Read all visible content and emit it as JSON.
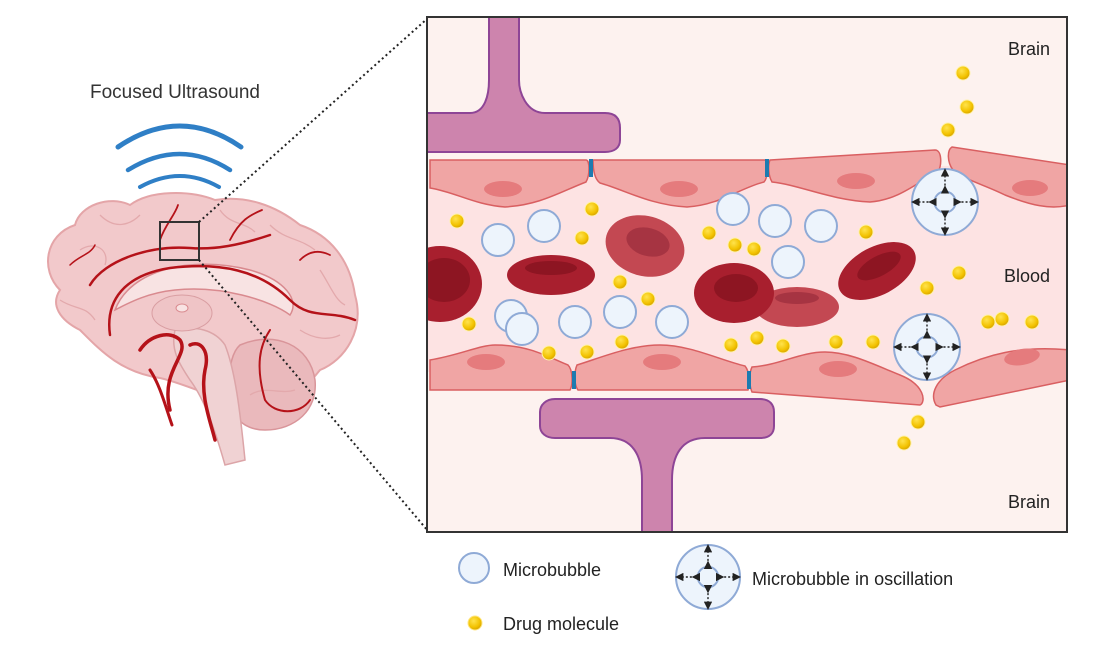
{
  "left_panel": {
    "title": "Focused Ultrasound",
    "wave_color": "#2f7fc6",
    "vessel_color": "#b51219",
    "brain_fill": "#f2c9cb",
    "focus_box_color": "#333333"
  },
  "detail_panel": {
    "label_brain_top": "Brain",
    "label_blood": "Blood",
    "label_brain_bottom": "Brain",
    "colors": {
      "brain_bg": "#fdf2ef",
      "blood_bg": "#fde3e3",
      "endothelial": "#f0a5a4",
      "endothelial_edge": "#d95f61",
      "nucleus": "#e57b7d",
      "tight_junction": "#1c7bb0",
      "astrocyte": "#cd84ad",
      "astrocyte_edge": "#8e4596",
      "rbc_dark": "#a81f2e",
      "rbc_light": "#c34852",
      "microbubble_fill": "#edf4fc",
      "microbubble_edge": "#8faad6",
      "drug": "#f2c200"
    }
  },
  "legend": {
    "items": [
      {
        "icon": "microbubble-icon",
        "label": "Microbubble"
      },
      {
        "icon": "drug-molecule-icon",
        "label": "Drug molecule"
      },
      {
        "icon": "oscillating-microbubble-icon",
        "label": "Microbubble in oscillation"
      }
    ]
  }
}
